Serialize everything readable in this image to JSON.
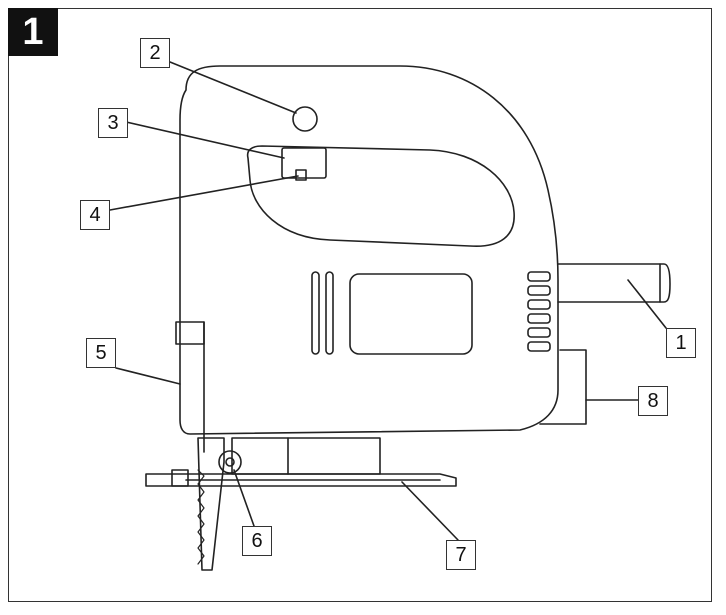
{
  "figure": {
    "number": "1"
  },
  "callouts": [
    "1",
    "2",
    "3",
    "4",
    "5",
    "6",
    "7",
    "8"
  ]
}
